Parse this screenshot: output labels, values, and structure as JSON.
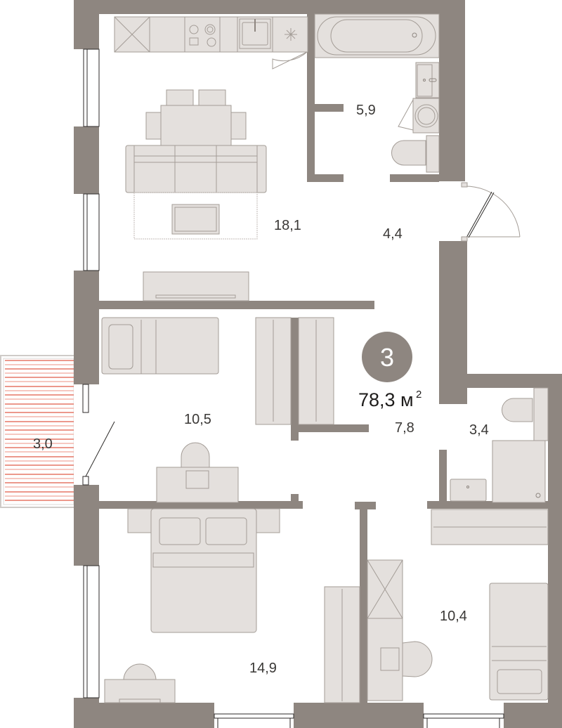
{
  "plan": {
    "rooms_count": "3",
    "total_area": "78,3",
    "total_area_unit": "м",
    "total_area_unit_sup": "2",
    "colors": {
      "wall": "#8e8680",
      "furniture": "#e4e0dd",
      "furniture_stroke": "#a39c96",
      "badge": "#8e8680",
      "balcony_stripe": "#e05a48",
      "balcony_stripe_light": "#f0a89c"
    }
  },
  "rooms": [
    {
      "id": "kitchen-living",
      "area": "18,1"
    },
    {
      "id": "bathroom",
      "area": "5,9"
    },
    {
      "id": "hallway",
      "area": "4,4"
    },
    {
      "id": "bedroom-1",
      "area": "10,5"
    },
    {
      "id": "corridor",
      "area": "7,8"
    },
    {
      "id": "toilet",
      "area": "3,4"
    },
    {
      "id": "balcony",
      "area": "3,0"
    },
    {
      "id": "bedroom-master",
      "area": "14,9"
    },
    {
      "id": "bedroom-2",
      "area": "10,4"
    }
  ]
}
